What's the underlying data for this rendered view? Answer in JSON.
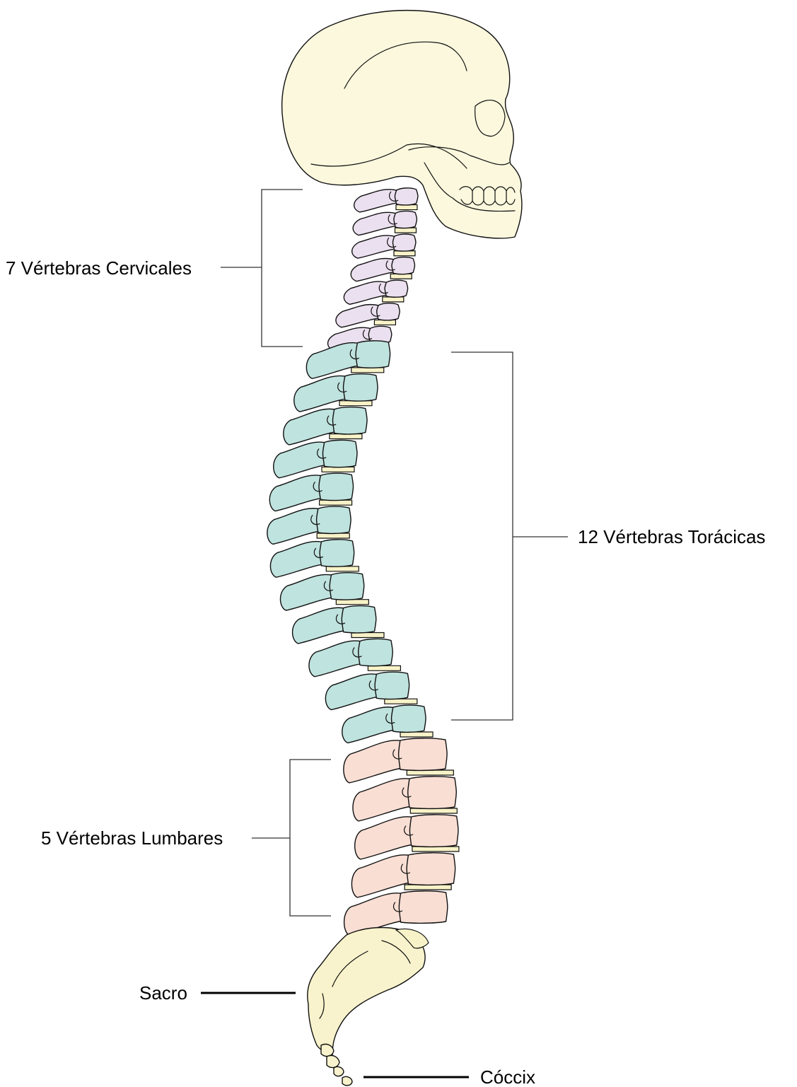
{
  "labels": {
    "cervical": "7 Vértebras Cervicales",
    "thoracic": "12 Vértebras Torácicas",
    "lumbar": "5 Vértebras Lumbares",
    "sacrum": "Sacro",
    "coccyx": "Cóccix"
  },
  "counts": {
    "cervical": 7,
    "thoracic": 12,
    "lumbar": 5
  },
  "colors": {
    "skull": "#fbf8dd",
    "cervical": "#ebe0ef",
    "thoracic": "#bfe3df",
    "lumbar": "#f9ded4",
    "sacrum": "#f8f3cc",
    "disc": "#f8f2c8",
    "line": "#111111"
  }
}
